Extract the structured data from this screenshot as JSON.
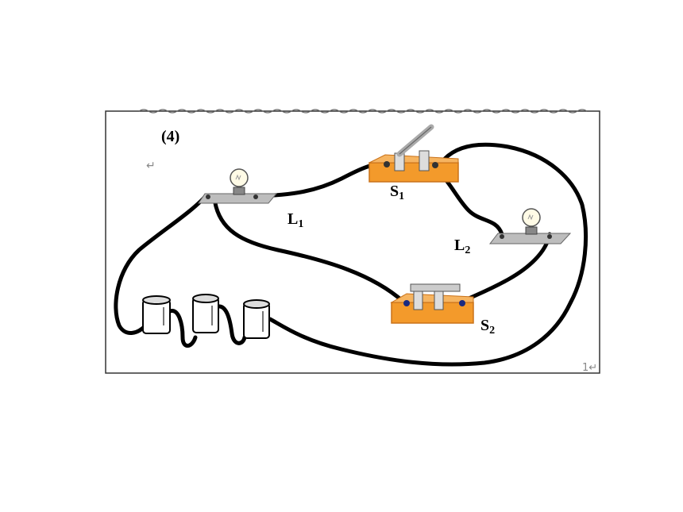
{
  "figure": {
    "number_label": "(4)",
    "paragraph_mark": "↵",
    "page_marker": "1↵"
  },
  "components": {
    "lamp_1": {
      "letter": "L",
      "subscript": "1"
    },
    "lamp_2": {
      "letter": "L",
      "subscript": "2"
    },
    "switch_1": {
      "letter": "S",
      "subscript": "1",
      "state": "open"
    },
    "switch_2": {
      "letter": "S",
      "subscript": "2",
      "state": "closed"
    },
    "battery_cells": 3
  },
  "colors": {
    "wire": "#000000",
    "switch_base": "#f39a2b",
    "switch_base_edge": "#c9721a",
    "lamp_base": "#bdbdbd",
    "frame_border": "#333333"
  }
}
